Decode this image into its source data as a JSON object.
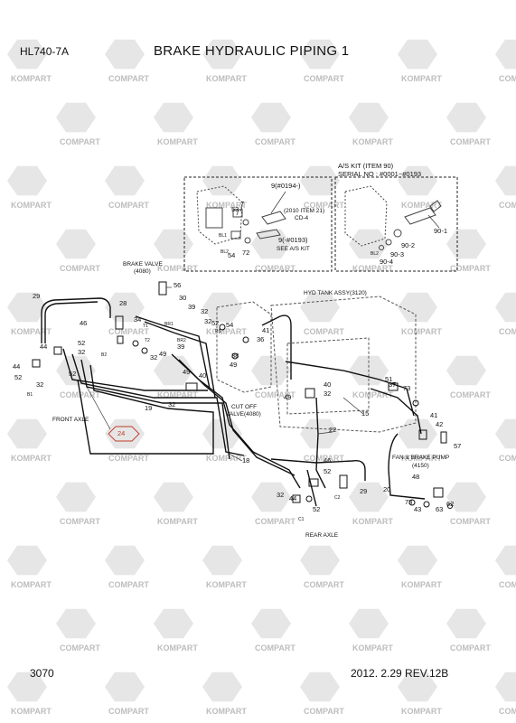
{
  "header": {
    "model": "HL740-7A",
    "title": "BRAKE HYDRAULIC PIPING 1"
  },
  "footer": {
    "page_number": "3070",
    "revision": "2012. 2.29 REV.12B"
  },
  "watermark": {
    "brand_a": "KOMPART",
    "brand_b": "COMPART",
    "color": "#bdbdbd"
  },
  "insets": {
    "left_notes": [
      "(2010 ITEM 21)",
      "CD-4"
    ],
    "left_serial_a": "9(#0194-)",
    "left_serial_b": "9(-#0193)",
    "left_see": "SEE A/S KIT",
    "right_title_1": "A/S KIT (ITEM 90)",
    "right_title_2": "SERIAL NO : #0001~#0193"
  },
  "labels": {
    "brake_valve": "BRAKE VALVE",
    "brake_valve_ref": "(4080)",
    "hyd_tank": "HYD TANK ASSY(3120)",
    "front_axle": "FRONT AXLE",
    "cut_off_1": "CUT OFF",
    "cut_off_2": "VALVE(4080)",
    "fan_pump_1": "FAN & BRAKE PUMP",
    "fan_pump_2": "(4150)",
    "rear_axle": "REAR AXLE"
  },
  "ports": {
    "bl1": "BL1",
    "bl2": "BL2",
    "bl2b": "BL2",
    "t1": "T1",
    "t2": "T2",
    "br1": "BR1",
    "br2": "BR2",
    "b1": "B1",
    "b2": "B2",
    "c1": "C1",
    "c2": "C2",
    "ps": "PS"
  },
  "callouts": {
    "n53": "53",
    "n7": "7",
    "n54a": "54",
    "n72": "72",
    "n90_1": "90-1",
    "n90_2": "90-2",
    "n90_3": "90-3",
    "n90_4": "90-4",
    "n29a": "29",
    "n28": "28",
    "n56": "56",
    "n30": "30",
    "n39a": "39",
    "n32a": "32",
    "n34": "34",
    "n46": "46",
    "n52a": "52",
    "n32b": "32",
    "n52b": "52",
    "n54b": "54",
    "n44a": "44",
    "n44b": "44",
    "n52c": "52",
    "n52d": "52",
    "n32c": "32",
    "n32d": "32",
    "n49a": "49",
    "n39b": "39",
    "n32e": "32",
    "n41a": "41",
    "n36": "36",
    "n38": "38",
    "n49b": "49",
    "n40a": "40",
    "n49c": "49",
    "n19": "19",
    "n32f": "32",
    "n49d": "49",
    "n40b": "40",
    "n32g": "32",
    "n51": "51",
    "n37": "37",
    "n73a": "73",
    "n15": "15",
    "n41b": "41",
    "n42": "42",
    "n57": "57",
    "n22": "22",
    "n24": "24",
    "n18": "18",
    "n46b": "46",
    "n52e": "52",
    "n32h": "32",
    "n44c": "44",
    "n52f": "52",
    "n29b": "29",
    "n48": "48",
    "n20": "20",
    "n73b": "73",
    "n43": "43",
    "n63": "63",
    "n62": "62"
  }
}
